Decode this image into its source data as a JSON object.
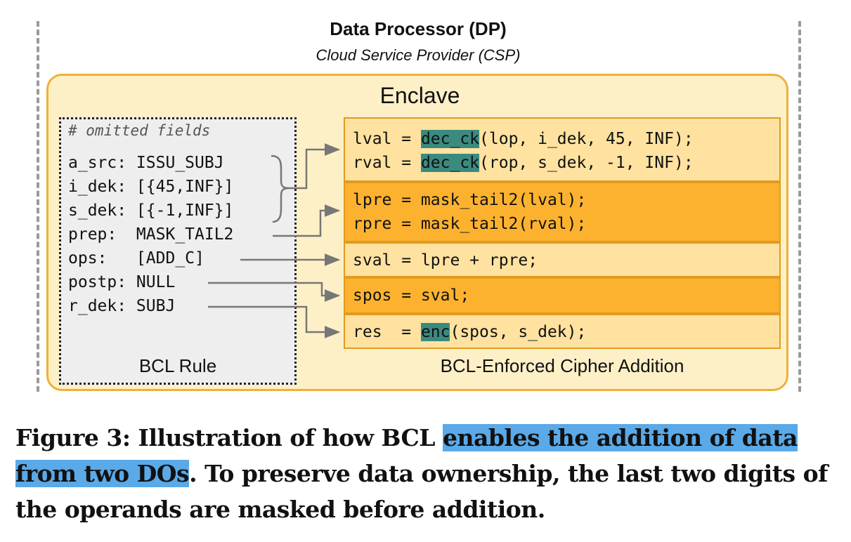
{
  "header": {
    "title": "Data Processor (DP)",
    "subtitle": "Cloud Service Provider (CSP)"
  },
  "enclave": {
    "label": "Enclave"
  },
  "rule": {
    "comment": "# omitted fields",
    "lines": [
      "a_src: ISSU_SUBJ",
      "i_dek: [{45,INF}]",
      "s_dek: [{-1,INF}]",
      "prep:  MASK_TAIL2",
      "ops:   [ADD_C]",
      "postp: NULL",
      "r_dek: SUBJ"
    ],
    "label": "BCL Rule"
  },
  "code": {
    "lval": {
      "pre": "lval = ",
      "fn": "dec_ck",
      "post": "(lop, i_dek, 45, INF);"
    },
    "rval": {
      "pre": "rval = ",
      "fn": "dec_ck",
      "post": "(rop, s_dek, -1, INF);"
    },
    "lpre": "lpre = mask_tail2(lval);",
    "rpre": "rpre = mask_tail2(rval);",
    "sval": "sval = lpre + rpre;",
    "spos": "spos = sval;",
    "res": {
      "pre": "res  = ",
      "fn": "enc",
      "post": "(spos, s_dek);"
    },
    "label": "BCL-Enforced Cipher Addition"
  },
  "caption": {
    "prefix": "Figure 3: Illustration of how BCL ",
    "highlight": "enables the addition of data from two DOs",
    "suffix": ". To preserve data ownership, the last two digits of the operands are masked before addition."
  },
  "colors": {
    "enclave_fill": "#fdf0c7",
    "enclave_border": "#f0b038",
    "band_light": "#ffe2a0",
    "band_dark": "#fdb22f",
    "function_highlight": "#3a8a7f",
    "caption_highlight": "#5aa9e8"
  }
}
